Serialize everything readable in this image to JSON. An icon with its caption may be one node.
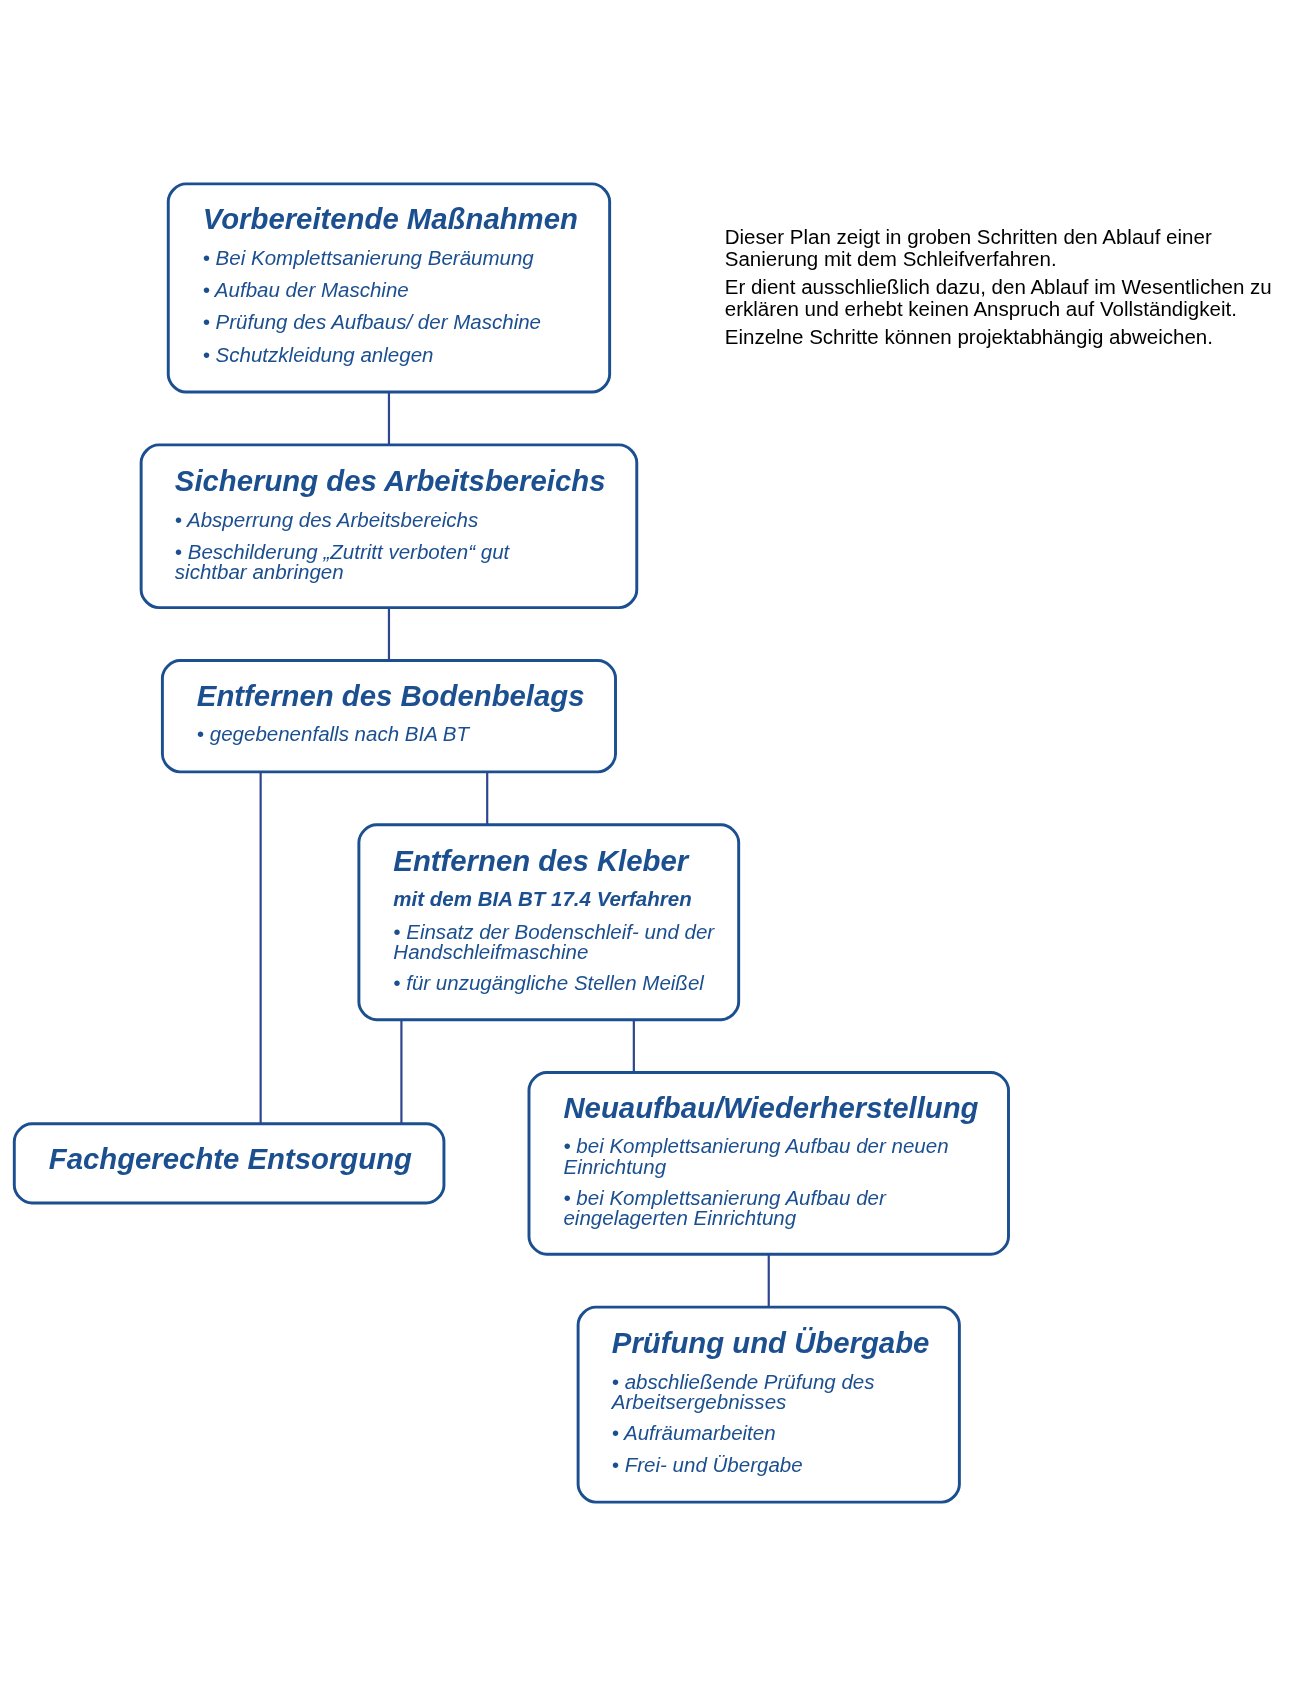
{
  "diagram": {
    "nodes": [
      {
        "text": [
          "Vorbereitende Maßnahmen",
          "• Bei Komplettsanierung Beräumung",
          "• Aufbau der Maschine",
          "• Prüfung des Aufbaus/ der Maschine",
          "• Schutzkleidung anlegen"
        ]
      },
      {
        "text": [
          "Sicherung des Arbeitsbereichs",
          "• Absperrung des Arbeitsbereichs",
          "• Beschilderung „Zutritt verboten“ gut sichtbar anbringen"
        ]
      },
      {
        "text": [
          "Entfernen des Bodenbelags",
          "• gegebenenfalls nach BIA BT"
        ]
      },
      {
        "text": [
          "Entfernen des Kleber",
          "mit dem BIA BT 17.4 Verfahren",
          "• Einsatz der Bodenschleif- und der Handschleifmaschine",
          "• für unzugängliche Stellen Meißel"
        ]
      },
      {
        "text": [
          "Fachgerechte Entsorgung"
        ]
      },
      {
        "text": [
          "Neuaufbau/Wiederherstellung",
          "• bei Komplettsanierung Aufbau der neuen Einrichtung",
          "• bei Komplettsanierung Aufbau der eingelagerten Einrichtung"
        ]
      },
      {
        "text": [
          "Prüfung und Übergabe",
          "• abschließende Prüfung des Arbeitsergebnisses",
          "• Aufräumarbeiten",
          "• Frei- und Übergabe"
        ]
      }
    ],
    "edges": [
      {
        "from": 0,
        "to": 1,
        "arrow": "none"
      },
      {
        "from": 1,
        "to": 2,
        "arrow": "none"
      },
      {
        "from": 2,
        "to": 3,
        "arrow": "none"
      },
      {
        "from": 2,
        "to": 4,
        "arrow": "none"
      },
      {
        "from": 3,
        "to": 4,
        "arrow": "none"
      },
      {
        "from": 3,
        "to": 5,
        "arrow": "none"
      },
      {
        "from": 5,
        "to": 6,
        "arrow": "none"
      }
    ],
    "labels": [
      "Dieser Plan zeigt in groben Schritten den Ablauf einer Sanierung mit dem Schleifverfahren.",
      "Er dient ausschließlich dazu, den Ablauf im Wesentlichen zu erklären und erhebt keinen Anspruch auf Vollständigkeit.",
      "Einzelne Schritte können projektabhängig abweichen."
    ]
  }
}
